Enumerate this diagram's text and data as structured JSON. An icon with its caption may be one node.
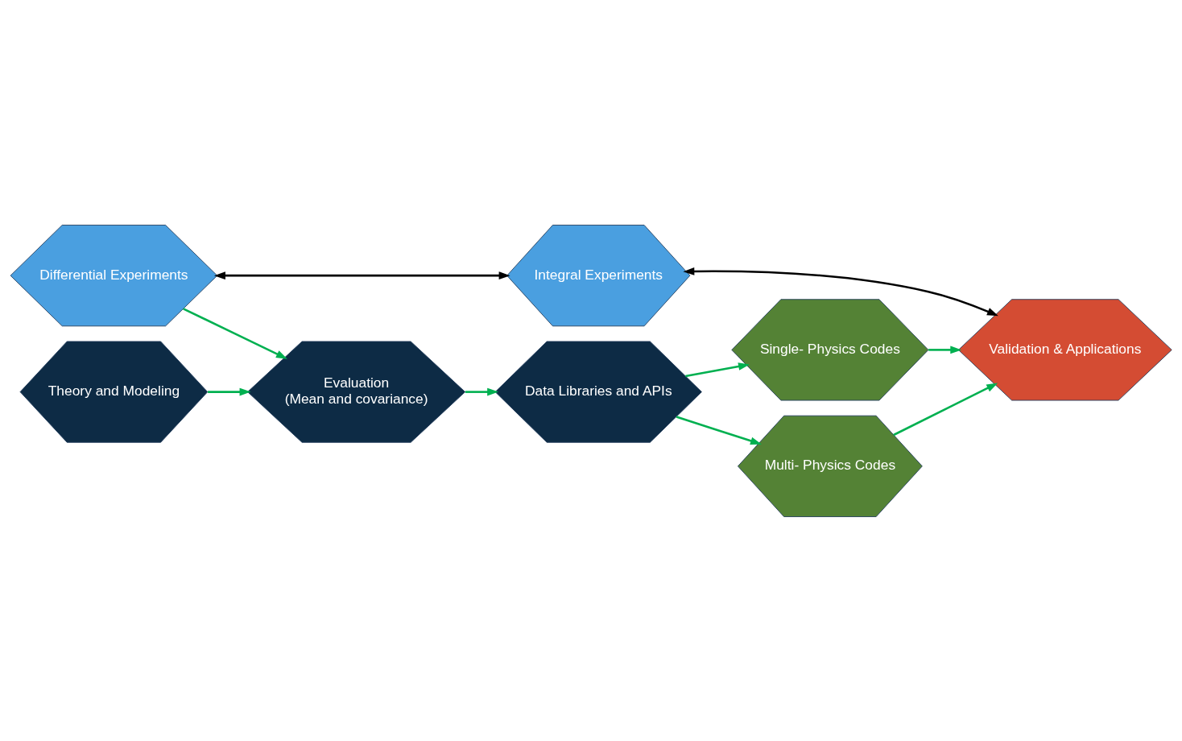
{
  "diagram": {
    "nodes": [
      {
        "text": [
          "Differential Experiments"
        ]
      },
      {
        "text": [
          "Integral Experiments"
        ]
      },
      {
        "text": [
          "Theory and Modeling"
        ]
      },
      {
        "text": [
          "Evaluation",
          "(Mean and covariance)"
        ]
      },
      {
        "text": [
          "Data Libraries and APIs"
        ]
      },
      {
        "text": [
          "Single- Physics Codes"
        ]
      },
      {
        "text": [
          "Multi- Physics Codes"
        ]
      },
      {
        "text": [
          "Validation & Applications"
        ]
      }
    ],
    "edges": [
      {
        "from": 0,
        "to": 1,
        "arrow": "both",
        "color": "#000000"
      },
      {
        "from": 1,
        "to": 7,
        "arrow": "both",
        "color": "#000000"
      },
      {
        "from": 0,
        "to": 3,
        "arrow": "to"
      },
      {
        "from": 2,
        "to": 3,
        "arrow": "to"
      },
      {
        "from": 3,
        "to": 4,
        "arrow": "to"
      },
      {
        "from": 4,
        "to": 5,
        "arrow": "to"
      },
      {
        "from": 4,
        "to": 6,
        "arrow": "to"
      },
      {
        "from": 5,
        "to": 7,
        "arrow": "to"
      },
      {
        "from": 6,
        "to": 7,
        "arrow": "to"
      }
    ]
  }
}
